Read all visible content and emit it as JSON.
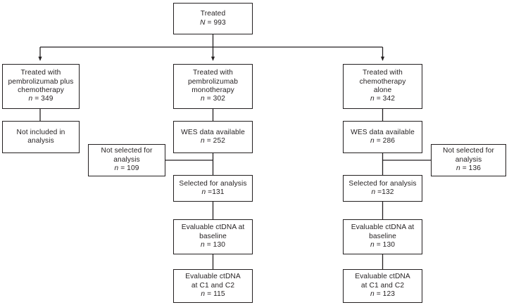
{
  "figure": {
    "type": "consort-flow-diagram",
    "stroke_color": "#231f20",
    "background": "#ffffff"
  },
  "nodes": {
    "treated_total": {
      "lines": [
        "Treated",
        "N = 993"
      ],
      "label": "Treated",
      "count_label": "N = 993",
      "count": 993
    },
    "pembro_chemo": {
      "lines": [
        "Treated with",
        "pembrolizumab plus",
        "chemotherapy",
        "n = 349"
      ],
      "count_label": "n = 349",
      "count": 349
    },
    "pembro_mono": {
      "lines": [
        "Treated with",
        "pembrolizumab",
        "monotherapy",
        "n = 302"
      ],
      "count_label": "n = 302",
      "count": 302
    },
    "chemo_alone": {
      "lines": [
        "Treated with",
        "chemotherapy",
        "alone",
        "n = 342"
      ],
      "count_label": "n = 342",
      "count": 342
    },
    "not_included": {
      "lines": [
        "Not included in",
        "analysis"
      ],
      "count_label": "",
      "count": null
    },
    "wes_mid": {
      "lines": [
        "WES data available",
        "n = 252"
      ],
      "count_label": "n = 252",
      "count": 252
    },
    "wes_right": {
      "lines": [
        "WES data available",
        "n = 286"
      ],
      "count_label": "n = 286",
      "count": 286
    },
    "not_selected_mid": {
      "lines": [
        "Not selected for",
        "analysis",
        "n = 109"
      ],
      "count_label": "n = 109",
      "count": 109
    },
    "not_selected_right": {
      "lines": [
        "Not selected for",
        "analysis",
        "n = 136"
      ],
      "count_label": "n = 136",
      "count": 136
    },
    "selected_mid": {
      "lines": [
        "Selected for analysis",
        "n =131"
      ],
      "count_label": "n =131",
      "count": 131
    },
    "selected_right": {
      "lines": [
        "Selected for analysis",
        "n =132"
      ],
      "count_label": "n =132",
      "count": 132
    },
    "ctdna_baseline_mid": {
      "lines": [
        "Evaluable ctDNA at",
        "baseline",
        "n = 130"
      ],
      "count_label": "n = 130",
      "count": 130
    },
    "ctdna_baseline_right": {
      "lines": [
        "Evaluable ctDNA at",
        "baseline",
        "n = 130"
      ],
      "count_label": "n = 130",
      "count": 130
    },
    "ctdna_c1c2_mid": {
      "lines": [
        "Evaluable ctDNA",
        "at C1 and C2",
        "n = 115"
      ],
      "count_label": "n = 115",
      "count": 115
    },
    "ctdna_c1c2_right": {
      "lines": [
        "Evaluable ctDNA",
        "at C1 and C2",
        "n = 123"
      ],
      "count_label": "n = 123",
      "count": 123
    }
  }
}
